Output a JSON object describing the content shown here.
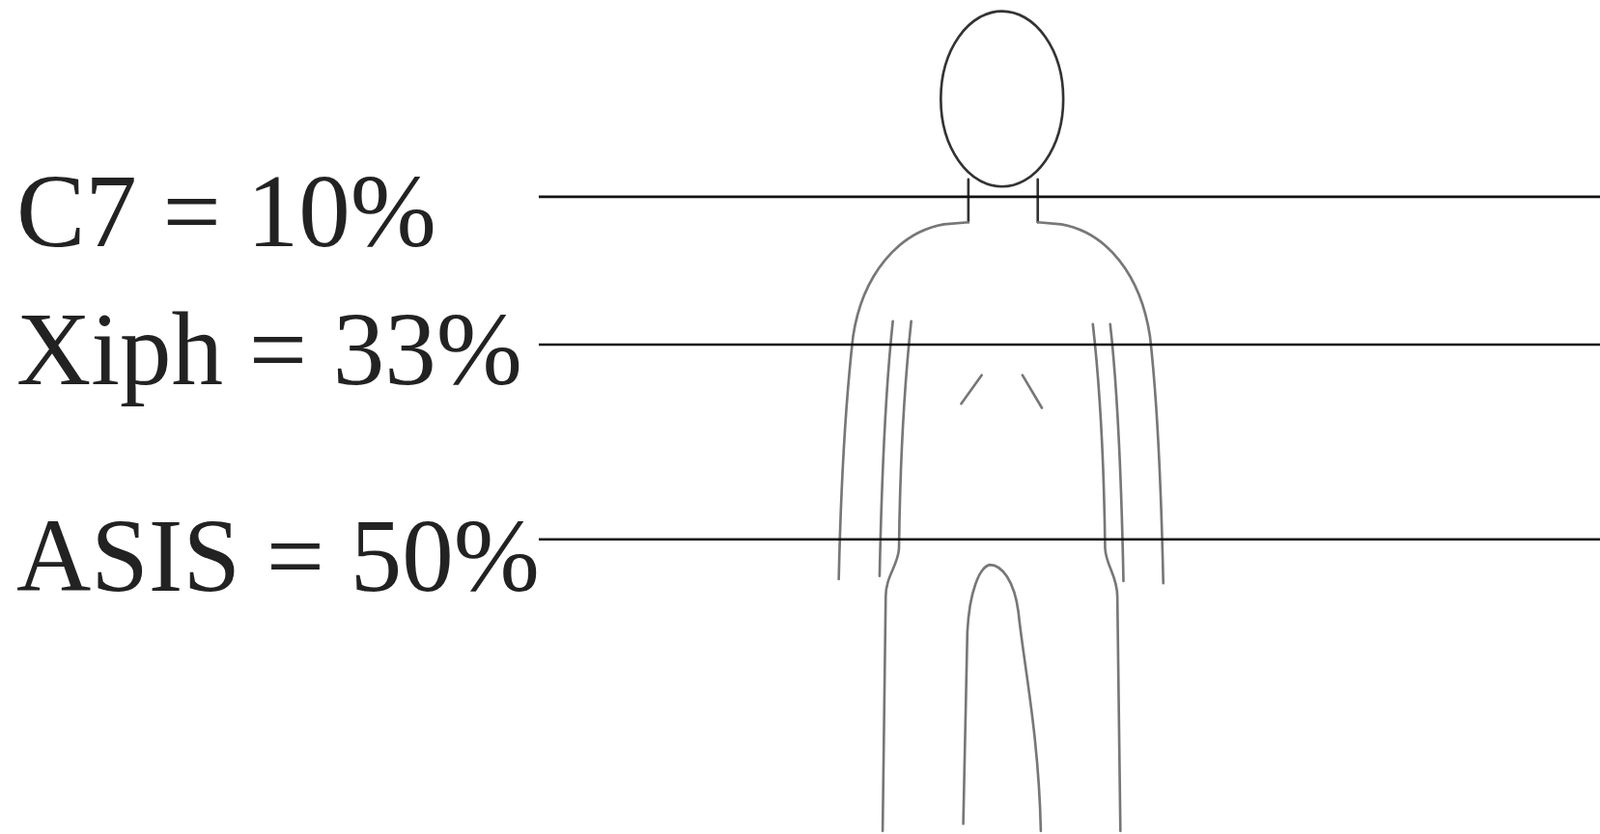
{
  "diagram": {
    "labels": [
      "C7 = 10%",
      "Xiph = 33%",
      "ASIS = 50%"
    ]
  }
}
